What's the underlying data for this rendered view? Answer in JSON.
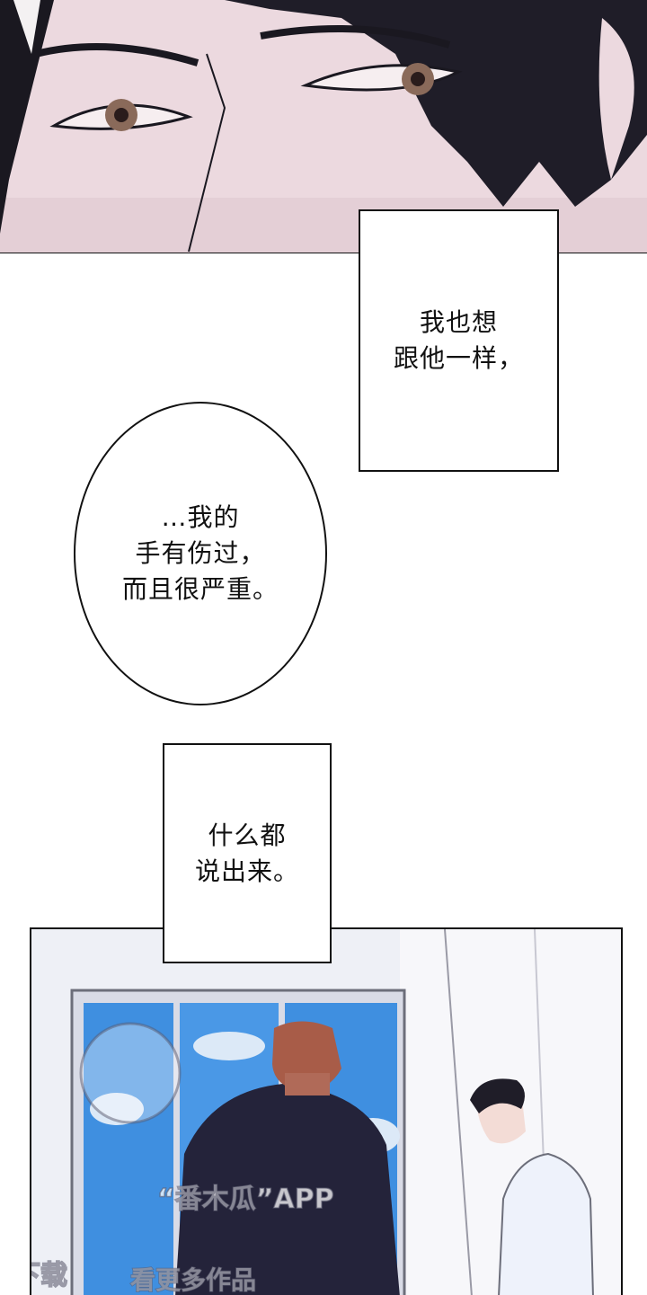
{
  "panels": {
    "closeup": {
      "description_color": "#ecd9df"
    },
    "room": {
      "sky_color": "#3f8fe0"
    }
  },
  "dialogue": {
    "box1": {
      "line1": "我也想",
      "line2": "跟他一样，"
    },
    "bubble": {
      "line1": "…我的",
      "line2": "手有伤过，",
      "line3": "而且很严重。"
    },
    "box2": {
      "line1": "什么都",
      "line2": "说出来。"
    }
  },
  "watermark": {
    "app": "“番木瓜”APP",
    "download": "下载",
    "more": "看更多作品"
  }
}
